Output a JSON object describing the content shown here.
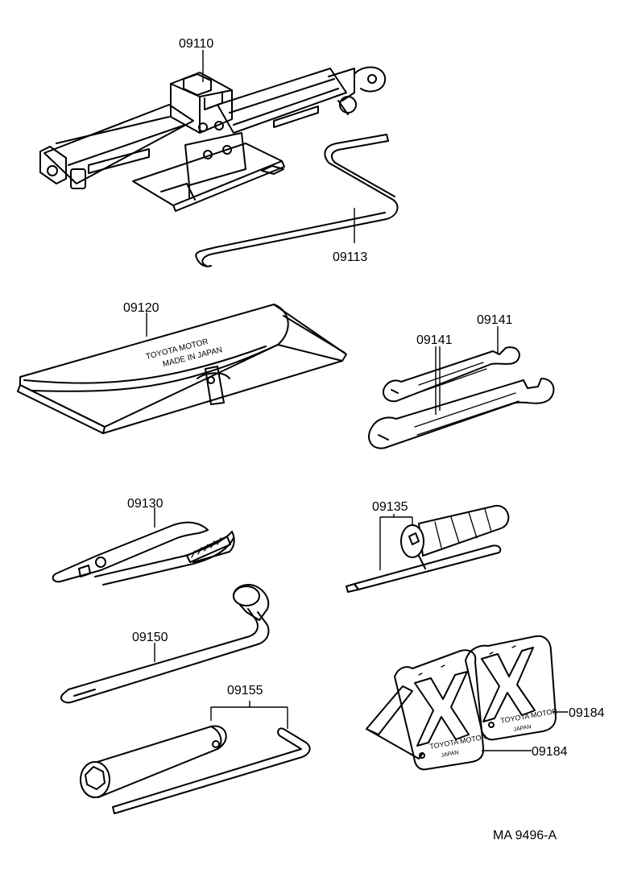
{
  "parts": {
    "jack": {
      "number": "09110"
    },
    "jack_handle": {
      "number": "09113"
    },
    "tool_bag": {
      "number": "09120",
      "print_line1": "TOYOTA MOTOR",
      "print_line2": "MADE IN JAPAN"
    },
    "wrench_upper": {
      "number": "09141"
    },
    "wrench_lower": {
      "number": "09141"
    },
    "pliers": {
      "number": "09130"
    },
    "screwdriver": {
      "number": "09135"
    },
    "lug_wrench": {
      "number": "09150"
    },
    "spark_plug_wrench": {
      "number": "09155"
    },
    "wheel_chock_right": {
      "number": "09184",
      "print_line1": "TOYOTA MOTOR",
      "print_line2": "JAPAN"
    },
    "wheel_chock_left": {
      "number": "09184",
      "print_line1": "TOYOTA MOTOR",
      "print_line2": "JAPAN"
    }
  },
  "illustration_code": "MA 9496-A"
}
